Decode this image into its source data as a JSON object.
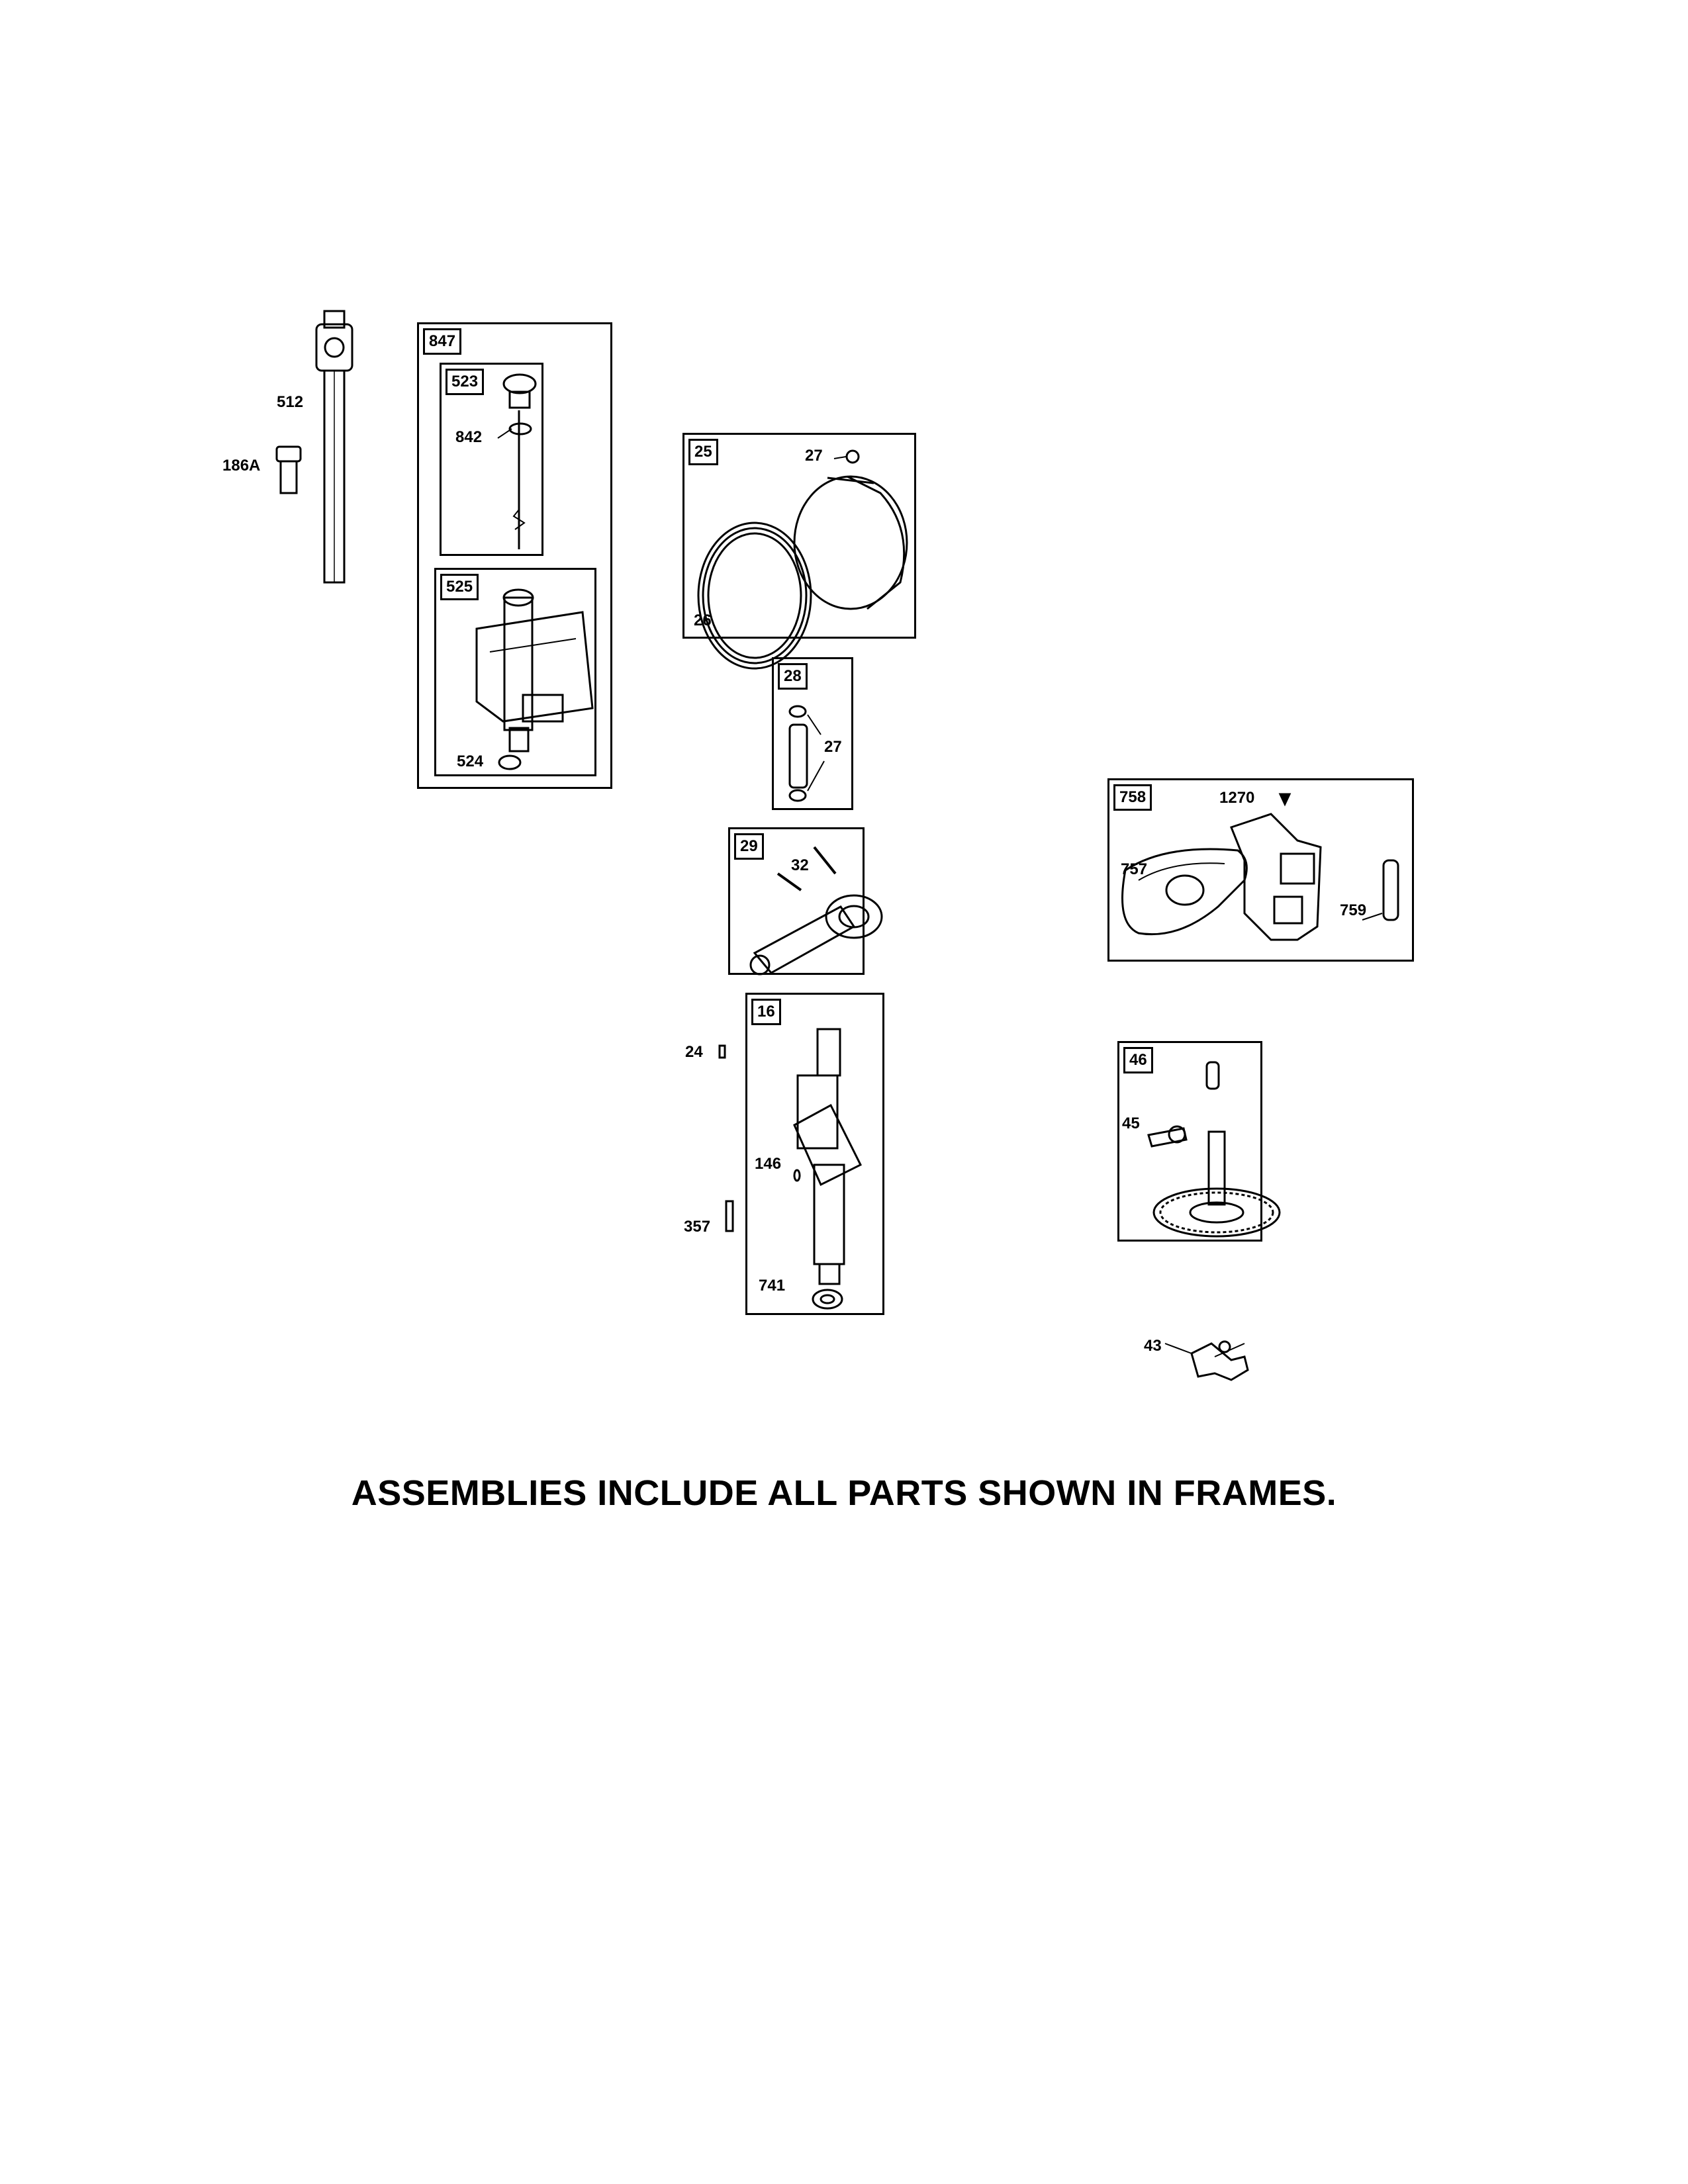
{
  "frames": {
    "f847": "847",
    "f523": "523",
    "f525": "525",
    "f25": "25",
    "f28": "28",
    "f29": "29",
    "f16": "16",
    "f758": "758",
    "f46": "46"
  },
  "labels": {
    "p512": "512",
    "p186a": "186A",
    "p842": "842",
    "p524": "524",
    "p27a": "27",
    "p26": "26",
    "p27b": "27",
    "p32": "32",
    "p24": "24",
    "p146": "146",
    "p357": "357",
    "p741": "741",
    "p1270": "1270",
    "p757": "757",
    "p759": "759",
    "p45": "45",
    "p43": "43"
  },
  "footer": "ASSEMBLIES INCLUDE ALL PARTS SHOWN IN FRAMES."
}
